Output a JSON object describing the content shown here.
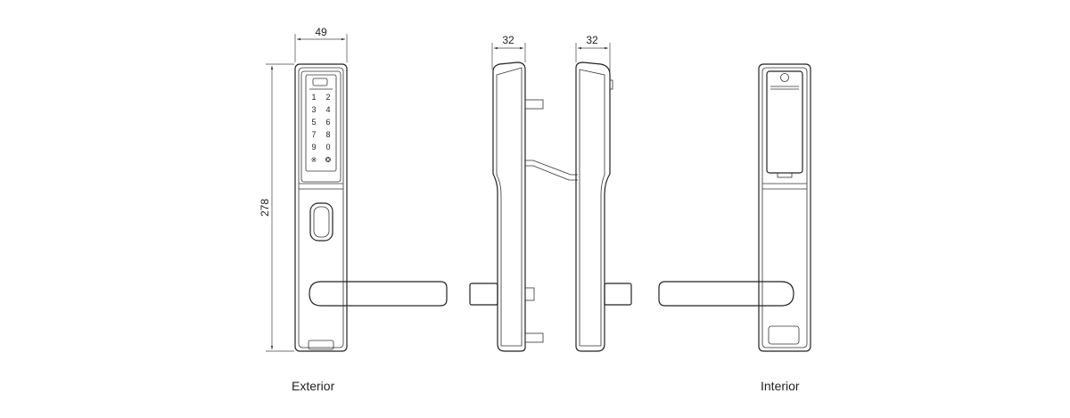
{
  "labels": {
    "exterior": "Exterior",
    "interior": "Interior"
  },
  "dimensions": {
    "width_front": "49",
    "height_front": "278",
    "depth_side_left": "32",
    "depth_side_right": "32"
  },
  "keypad": {
    "keys": [
      "1",
      "2",
      "3",
      "4",
      "5",
      "6",
      "7",
      "8",
      "9",
      "0",
      "※",
      "❂"
    ]
  }
}
